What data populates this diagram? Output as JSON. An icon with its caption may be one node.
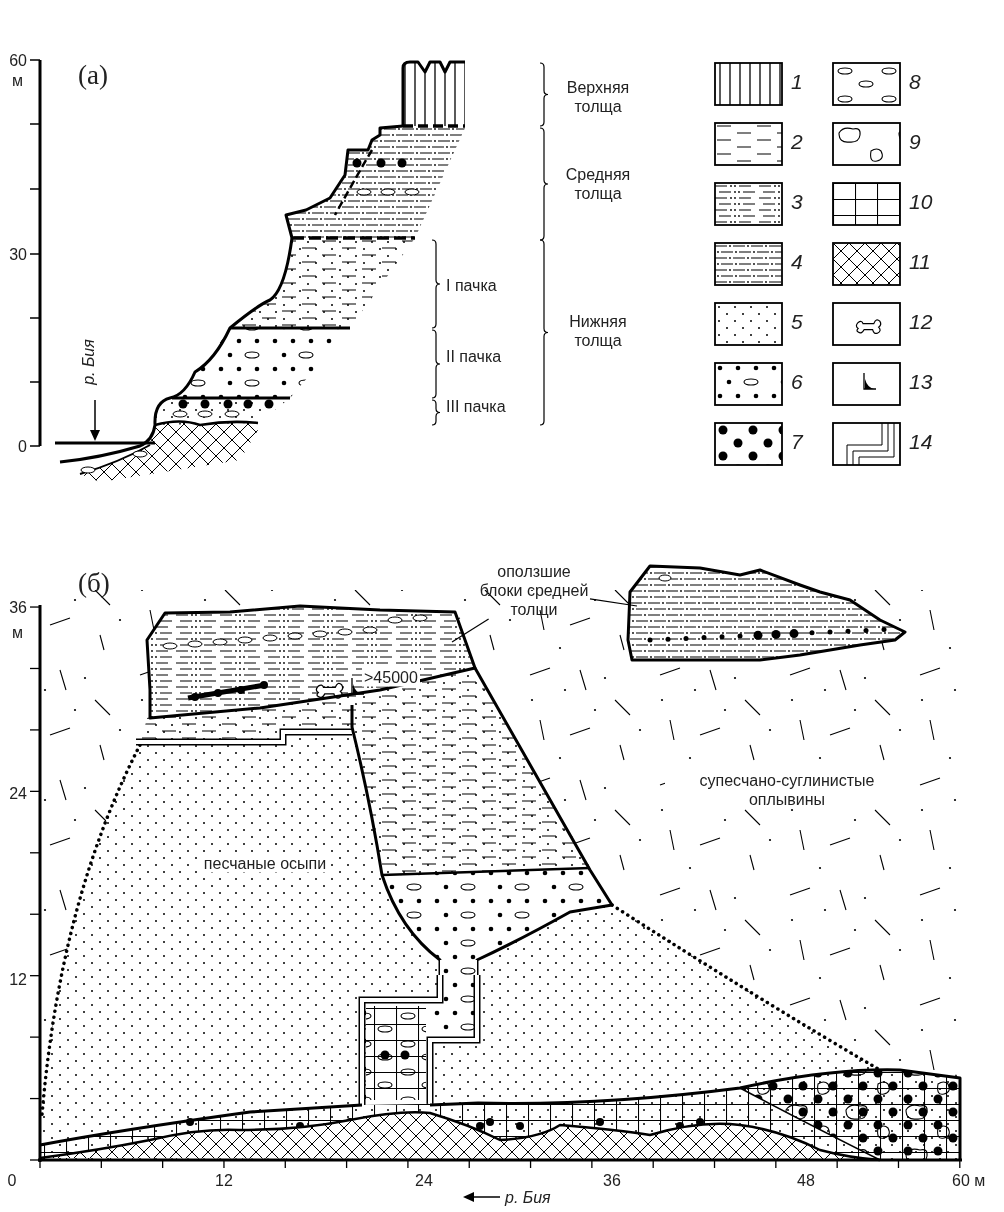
{
  "diagram": {
    "nodes": [
      {
        "text": [
          "оползшие блоки средней толщи"
        ]
      },
      {
        "text": [],
        "shape": "picture"
      },
      {
        "text": [],
        "shape": "picture"
      }
    ],
    "edges": [
      {
        "from": 0,
        "to": 1,
        "arrow": "none"
      },
      {
        "from": 0,
        "to": 2,
        "arrow": "none"
      }
    ],
    "labels": [
      "(а)",
      "60",
      "м",
      "30",
      "0",
      "р. Бия",
      "Верхняя толща",
      "Средняя толща",
      "I пачка",
      "Нижняя толща",
      "II пачка",
      "III пачка",
      "(б)",
      "36",
      "м",
      ">45000",
      "24",
      "супесчано-суглинистые оплывины",
      "песчаные осыпи",
      "12",
      "0",
      "12",
      "24",
      "36",
      "48",
      "60 м",
      "р. Бия"
    ],
    "legend": [
      {
        "text": "1"
      },
      {
        "text": "2"
      },
      {
        "text": "3"
      },
      {
        "text": "4"
      },
      {
        "text": "5"
      },
      {
        "text": "6"
      },
      {
        "text": "7"
      },
      {
        "text": "8"
      },
      {
        "text": "9"
      },
      {
        "text": "10"
      },
      {
        "text": "11"
      },
      {
        "text": "12"
      },
      {
        "text": "13"
      },
      {
        "text": "14"
      }
    ]
  }
}
